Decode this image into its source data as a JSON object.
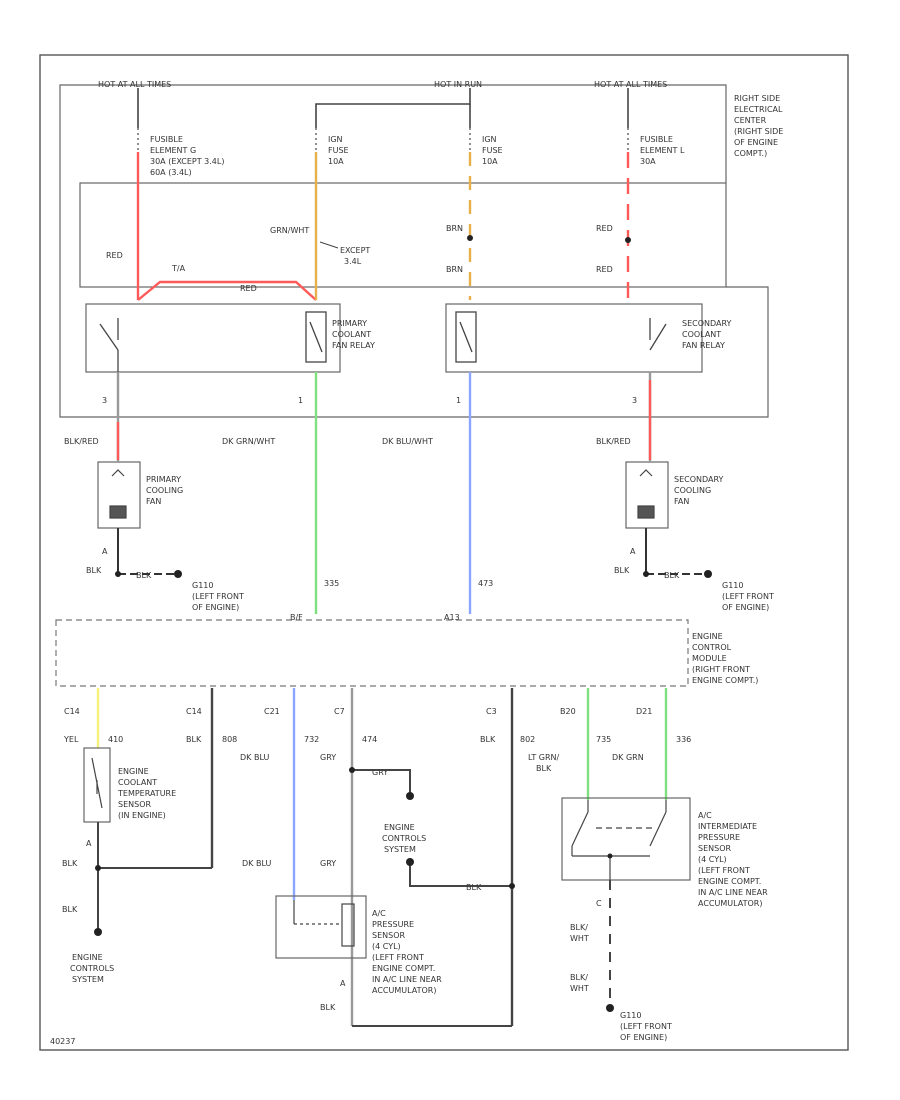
{
  "colors": {
    "red": "#ff5a5a",
    "orange": "#e8b04a",
    "green": "#7ee07e",
    "blue": "#8aa6ff",
    "yellow": "#f5f07a",
    "dark": "#444444",
    "gray": "#999999"
  },
  "header": {
    "hot_left": "HOT AT ALL TIMES",
    "hot_mid": "HOT IN RUN",
    "hot_right": "HOT AT ALL TIMES",
    "center": [
      "RIGHT SIDE",
      "ELECTRICAL",
      "CENTER",
      "(RIGHT SIDE",
      "OF ENGINE",
      "COMPT.)"
    ]
  },
  "fuses": {
    "fe_g": [
      "FUSIBLE",
      "ELEMENT G",
      "30A (EXCEPT 3.4L)",
      "60A (3.4L)"
    ],
    "ign_a": [
      "IGN",
      "FUSE",
      "10A"
    ],
    "ign_b": [
      "IGN",
      "FUSE",
      "10A"
    ],
    "fe_l": [
      "FUSIBLE",
      "ELEMENT L",
      "30A"
    ]
  },
  "wires": {
    "red_left": "RED",
    "ta": "T/A",
    "red_mid": "RED",
    "grn_wht": "GRN/WHT",
    "except": [
      "EXCEPT",
      "3.4L"
    ],
    "brn_1": "BRN",
    "brn_2": "BRN",
    "red_r1": "RED",
    "red_r2": "RED"
  },
  "relays": {
    "primary": [
      "PRIMARY",
      "COOLANT",
      "FAN RELAY"
    ],
    "secondary": [
      "SECONDARY",
      "COOLANT",
      "FAN RELAY"
    ],
    "pin_p_l": "3",
    "pin_p_r": "1",
    "pin_s_l": "1",
    "pin_s_r": "3"
  },
  "fan_wires": {
    "blk_red_l": "BLK/RED",
    "dk_grn_wht": "DK GRN/WHT",
    "dk_blu_wht": "DK BLU/WHT",
    "blk_red_r": "BLK/RED"
  },
  "fans": {
    "primary": [
      "PRIMARY",
      "COOLING",
      "FAN"
    ],
    "secondary": [
      "SECONDARY",
      "COOLING",
      "FAN"
    ],
    "pin_a_l": "A",
    "pin_a_r": "A"
  },
  "grounds": {
    "blk_1": "BLK",
    "blk_2": "BLK",
    "blk_3": "BLK",
    "blk_4": "BLK",
    "g_left": [
      "G110",
      "(LEFT FRONT",
      "OF ENGINE)"
    ],
    "g_right": [
      "G110",
      "(LEFT FRONT",
      "OF ENGINE)"
    ]
  },
  "circuits": {
    "c335": "335",
    "c473": "473",
    "c_left": "B/F",
    "c_right": "A13"
  },
  "ecm": [
    "ENGINE",
    "CONTROL",
    "MODULE",
    "(RIGHT FRONT",
    "ENGINE COMPT.)"
  ],
  "ecm_pins": {
    "c14a": "C14",
    "c14b": "C14",
    "c21": "C21",
    "c7": "C7",
    "c3": "C3",
    "b20": "B20",
    "d21": "D21"
  },
  "lower_wires": {
    "yel": "YEL",
    "c410": "410",
    "blk_a": "BLK",
    "c808": "808",
    "dk_blu": "DK BLU",
    "c732": "732",
    "gry": "GRY",
    "c474": "474",
    "blk_b": "BLK",
    "c802": "802",
    "lt_grn_blk": [
      "LT GRN/",
      "BLK"
    ],
    "c735": "735",
    "dk_grn": "DK GRN",
    "c336": "336",
    "gry_2": "GRY",
    "dk_blu_2": "DK BLU",
    "gry_3": "GRY",
    "blk_c": "BLK",
    "pin_a": "A",
    "blk_d": "BLK",
    "blk_e": "BLK",
    "pin_c": "C",
    "blk_wht_1": [
      "BLK/",
      "WHT"
    ],
    "blk_wht_2": [
      "BLK/",
      "WHT"
    ],
    "pin_a2": "A",
    "blk_f": "BLK"
  },
  "components": {
    "ect": [
      "ENGINE",
      "COOLANT",
      "TEMPERATURE",
      "SENSOR",
      "(IN ENGINE)"
    ],
    "ecs_mid": [
      "ENGINE",
      "CONTROLS",
      "SYSTEM"
    ],
    "ecs_left": [
      "ENGINE",
      "CONTROLS",
      "SYSTEM"
    ],
    "ac_pressure": [
      "A/C",
      "PRESSURE",
      "SENSOR",
      "(4 CYL)",
      "(LEFT FRONT",
      "ENGINE COMPT.",
      "IN A/C LINE NEAR",
      "ACCUMULATOR)"
    ],
    "ac_inter": [
      "A/C",
      "INTERMEDIATE",
      "PRESSURE",
      "SENSOR",
      "(4 CYL)",
      "(LEFT FRONT",
      "ENGINE COMPT.",
      "IN A/C LINE NEAR",
      "ACCUMULATOR)"
    ],
    "g_bottom": [
      "G110",
      "(LEFT FRONT",
      "OF ENGINE)"
    ]
  },
  "footer": {
    "code": "40237"
  }
}
